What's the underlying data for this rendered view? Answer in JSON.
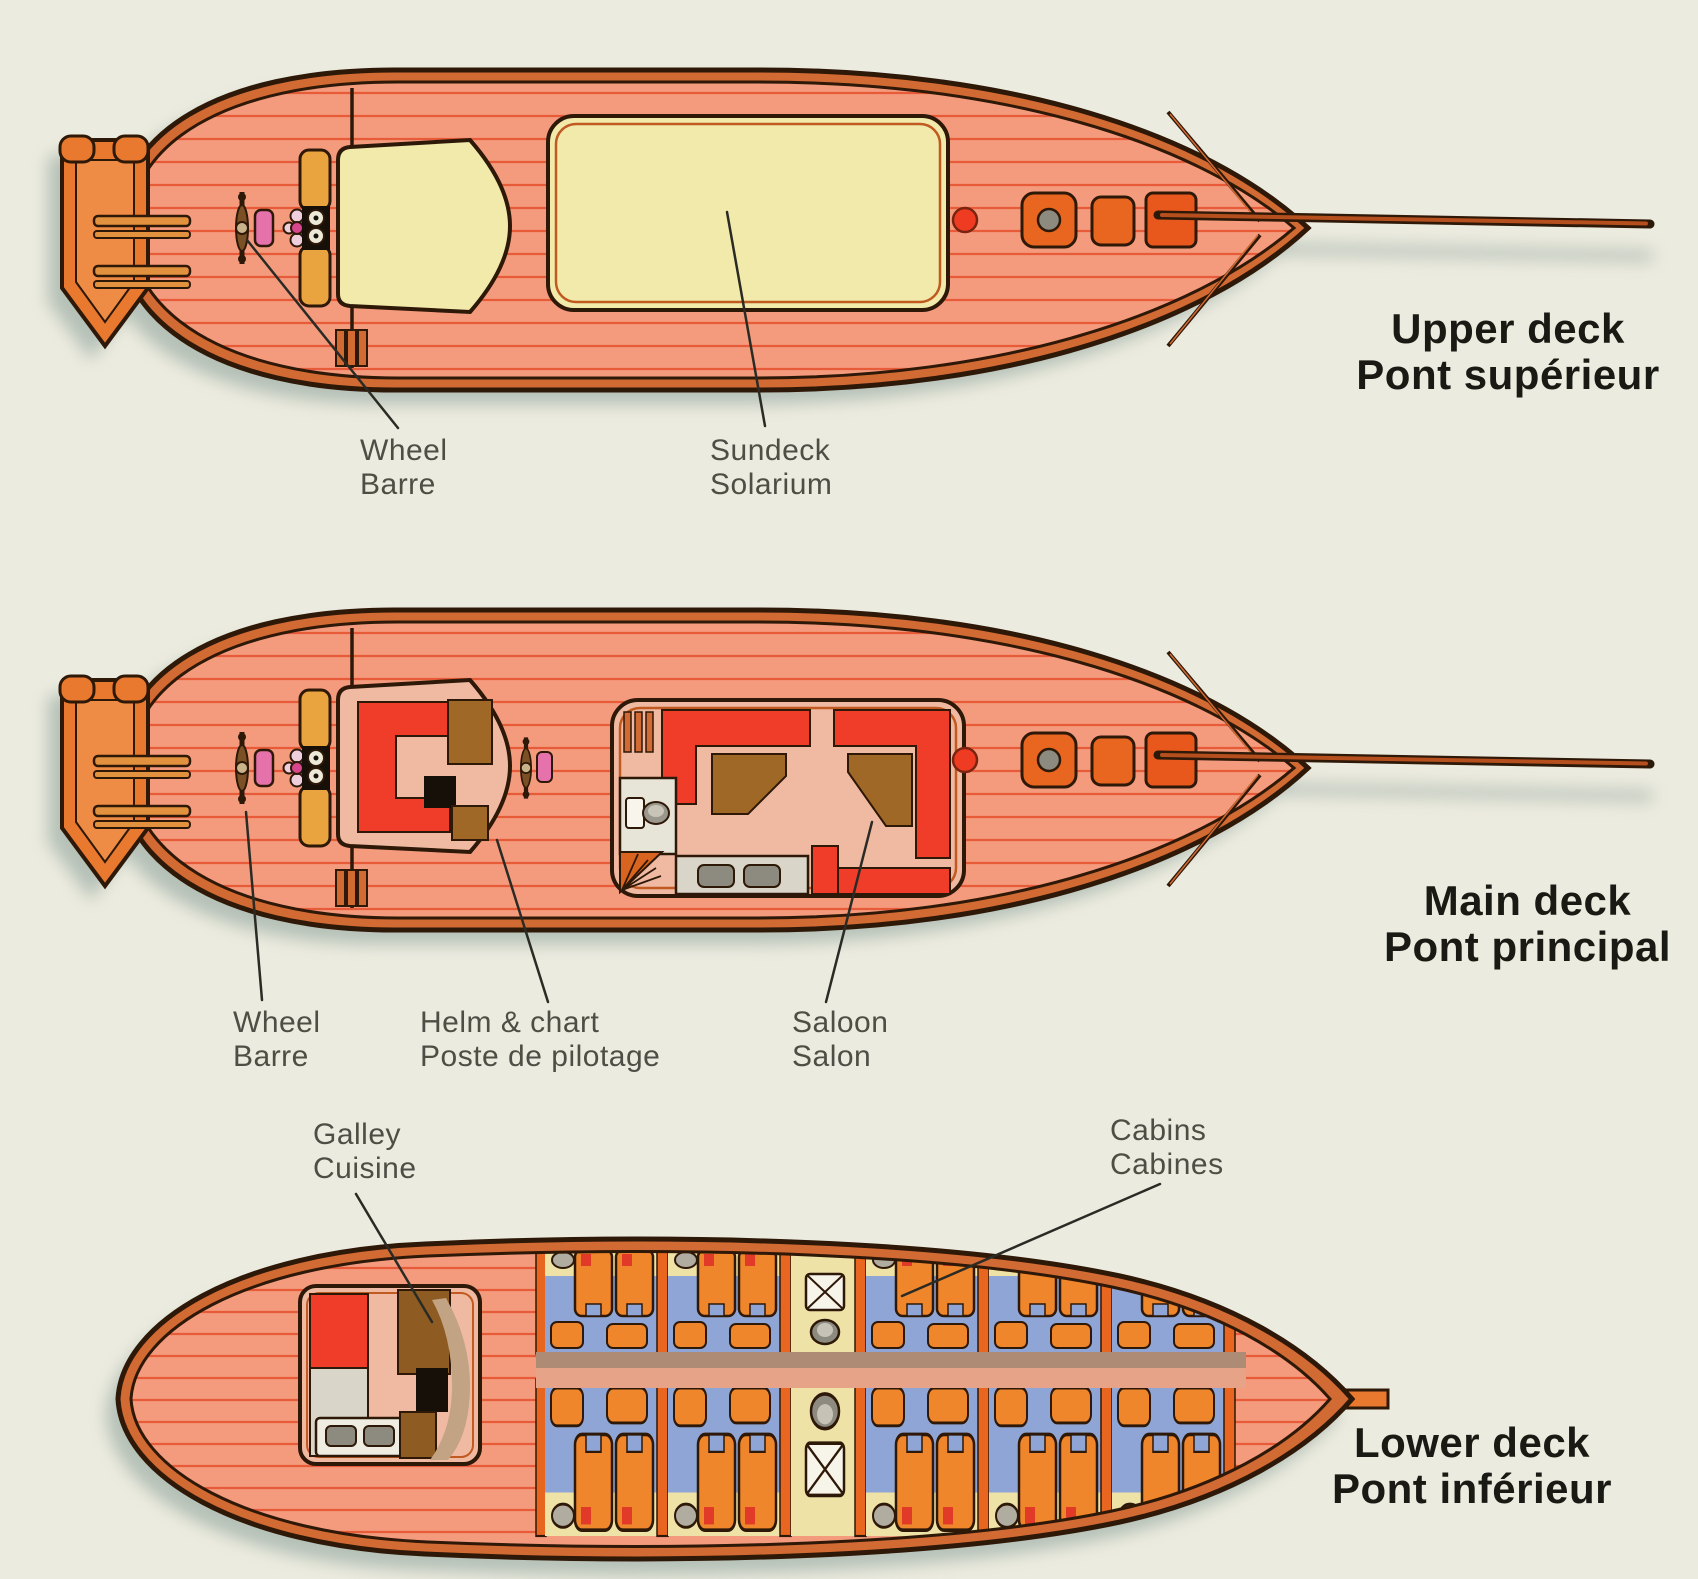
{
  "page": {
    "background": "#ECEBDF"
  },
  "palette": {
    "hull": "#F49B7E",
    "plank_line": "#E85B38",
    "outline": "#2E1808",
    "rail_orange": "#D26A33",
    "fitting_orange": "#E8661F",
    "deck_cream": "#F1EAAA",
    "cabin_pink": "#F0BAA2",
    "seat_red": "#EF3D2A",
    "table_brown": "#A06827",
    "bed_orange": "#F0862B",
    "floor_blue": "#8FA5D6",
    "cabin_cream": "#EFE2A6",
    "label_gray": "#4E4E46",
    "title_black": "#1A1A14",
    "shadow": "#7E968F"
  },
  "decks": {
    "upper": {
      "title_en": "Upper deck",
      "title_fr": "Pont supérieur",
      "callouts": {
        "wheel": {
          "en": "Wheel",
          "fr": "Barre"
        },
        "sundeck": {
          "en": "Sundeck",
          "fr": "Solarium"
        }
      }
    },
    "main": {
      "title_en": "Main deck",
      "title_fr": "Pont principal",
      "callouts": {
        "wheel": {
          "en": "Wheel",
          "fr": "Barre"
        },
        "helm": {
          "en": "Helm & chart",
          "fr": "Poste de pilotage"
        },
        "saloon": {
          "en": "Saloon",
          "fr": "Salon"
        }
      }
    },
    "lower": {
      "title_en": "Lower deck",
      "title_fr": "Pont inférieur",
      "callouts": {
        "galley": {
          "en": "Galley",
          "fr": "Cuisine"
        },
        "cabins": {
          "en": "Cabins",
          "fr": "Cabines"
        }
      }
    }
  }
}
